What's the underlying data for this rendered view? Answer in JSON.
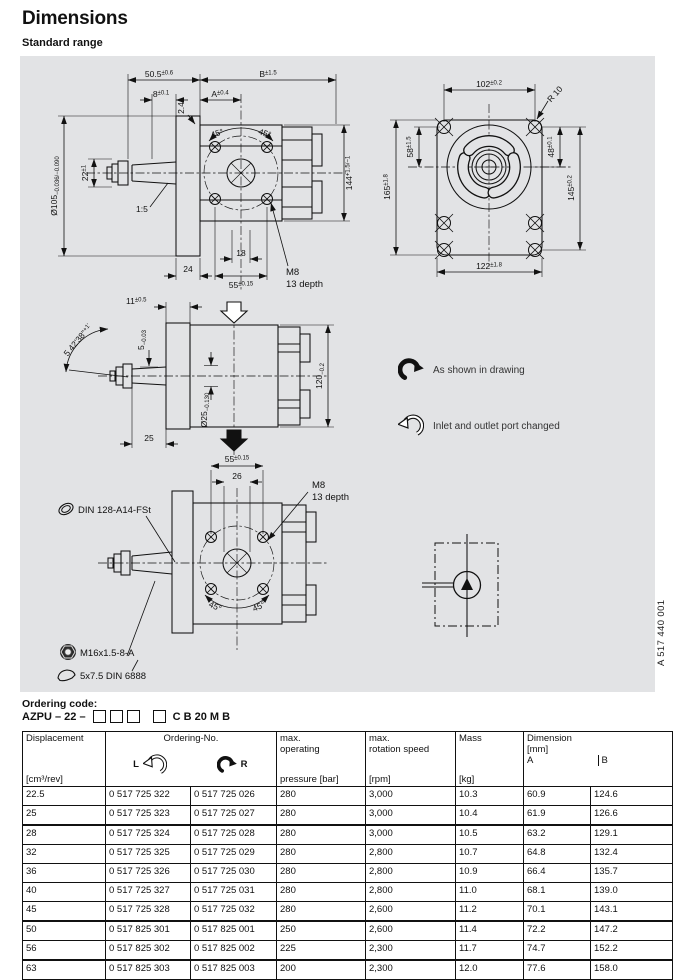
{
  "page": {
    "title": "Dimensions",
    "subtitle": "Standard range"
  },
  "ref_number": "A 517 440 001",
  "legend": {
    "cw_label": "As shown in drawing",
    "ccw_label": "Inlet and outlet port changed"
  },
  "drawings": {
    "side_front": {
      "d50_5": {
        "v": "50.5",
        "tol": "±0.6"
      },
      "dB": {
        "v": "B",
        "tol": "±1.5"
      },
      "d8": {
        "v": "8",
        "tol": "±0.1"
      },
      "dA": {
        "v": "A",
        "tol": "±0.4"
      },
      "d2_4": "2.4",
      "angle_l": "45°",
      "angle_r": "45°",
      "d105": {
        "v": "Ø105",
        "tol": "−0.036/−0.090"
      },
      "d22": {
        "v": "22",
        "tol": "±1"
      },
      "d144": {
        "v": "144",
        "tol": "+1.5/−1"
      },
      "taper": "1:5",
      "d24": "24",
      "d18": "18",
      "d55": {
        "v": "55",
        "tol": "±0.15"
      },
      "m8": "M8",
      "m8_depth": "13 depth"
    },
    "flange": {
      "d102": {
        "v": "102",
        "tol": "±0.2"
      },
      "r10": "R 10",
      "d58": {
        "v": "58",
        "tol": "±1.5"
      },
      "d48": {
        "v": "48",
        "tol": "±0.1"
      },
      "d165": {
        "v": "165",
        "tol": "±1.8"
      },
      "d145": {
        "v": "145",
        "tol": "±0.2"
      },
      "d122": {
        "v": "122",
        "tol": "±1.8"
      }
    },
    "side_top": {
      "d11": {
        "v": "11",
        "tol": "±0.5"
      },
      "taper_angle": {
        "v": "5 42'38\"",
        "tol": "+1'"
      },
      "d5": {
        "v": "5",
        "tol": "−0.03"
      },
      "d25dia": {
        "v": "Ø25",
        "tol": "−0.130"
      },
      "d25": "25",
      "d120": {
        "v": "120",
        "tol": "−0.2"
      }
    },
    "side_rear": {
      "d55": {
        "v": "55",
        "tol": "±0.15"
      },
      "d26": "26",
      "m8": "M8",
      "m8_depth": "13 depth",
      "washer": "DIN 128-A14-FSt",
      "nut": "M16x1.5-8-A",
      "key": "5x7.5 DIN 6888",
      "angle_l": "45°",
      "angle_r": "45°"
    }
  },
  "ordering": {
    "label": "Ordering code:",
    "prefix": "AZPU – 22 –",
    "suffix": "C B 20 M B"
  },
  "table": {
    "headers": {
      "displacement": "Displacement",
      "displacement_unit": "[cm³/rev]",
      "ordering_no": "Ordering-No.",
      "left": "L",
      "right": "R",
      "pressure_l1": "max.",
      "pressure_l2": "operating",
      "pressure_l3": "pressure [bar]",
      "speed_l1": "max.",
      "speed_l2": "rotation speed",
      "speed_l3": "[rpm]",
      "mass": "Mass",
      "mass_unit": "[kg]",
      "dimension": "Dimension",
      "dimension_unit": "[mm]",
      "dim_a": "A",
      "dim_b": "B"
    },
    "rows": [
      [
        "22.5",
        "0 517 725 322",
        "0 517 725 026",
        "280",
        "3,000",
        "10.3",
        "60.9",
        "124.6"
      ],
      [
        "25",
        "0 517 725 323",
        "0 517 725 027",
        "280",
        "3,000",
        "10.4",
        "61.9",
        "126.6"
      ],
      [
        "28",
        "0 517 725 324",
        "0 517 725 028",
        "280",
        "3,000",
        "10.5",
        "63.2",
        "129.1"
      ],
      [
        "32",
        "0 517 725 325",
        "0 517 725 029",
        "280",
        "2,800",
        "10.7",
        "64.8",
        "132.4"
      ],
      [
        "36",
        "0 517 725 326",
        "0 517 725 030",
        "280",
        "2,800",
        "10.9",
        "66.4",
        "135.7"
      ],
      [
        "40",
        "0 517 725 327",
        "0 517 725 031",
        "280",
        "2,800",
        "11.0",
        "68.1",
        "139.0"
      ],
      [
        "45",
        "0 517 725 328",
        "0 517 725 032",
        "280",
        "2,600",
        "11.2",
        "70.1",
        "143.1"
      ],
      [
        "50",
        "0 517 825 301",
        "0 517 825 001",
        "250",
        "2,600",
        "11.4",
        "72.2",
        "147.2"
      ],
      [
        "56",
        "0 517 825 302",
        "0 517 825 002",
        "225",
        "2,300",
        "11.7",
        "74.7",
        "152.2"
      ],
      [
        "63",
        "0 517 825 303",
        "0 517 825 003",
        "200",
        "2,300",
        "12.0",
        "77.6",
        "158.0"
      ]
    ]
  }
}
